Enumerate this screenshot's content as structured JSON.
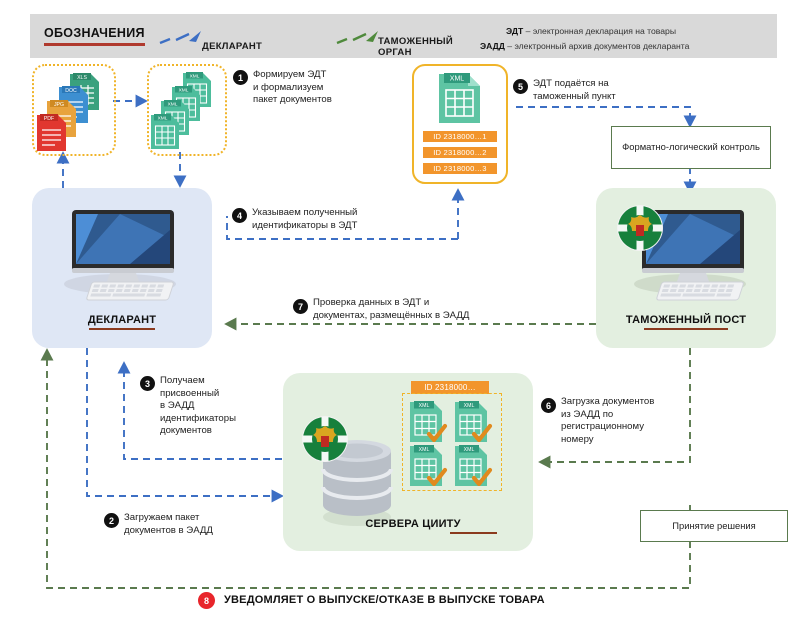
{
  "legend": {
    "title": "ОБОЗНАЧЕНИЯ",
    "items": [
      {
        "label": "ДЕКЛАРАНТ",
        "color": "#3d6fc4",
        "icon": "dashed-arrow-icon"
      },
      {
        "label": "ТАМОЖЕННЫЙ\nОРГАН",
        "color": "#4f8a3c",
        "icon": "dashed-arrow-icon"
      }
    ],
    "definitions": [
      {
        "term": "ЭДТ",
        "text": "– электронная декларация на товары"
      },
      {
        "term": "ЭАДД",
        "text": "– электронный архив документов декларанта"
      }
    ]
  },
  "doc_stacks": {
    "source_files": [
      {
        "label": "XLS",
        "color": "#3aa17e"
      },
      {
        "label": "DOC",
        "color": "#3d8fd1"
      },
      {
        "label": "JPG",
        "color": "#e8a33d"
      },
      {
        "label": "PDF",
        "color": "#e1372f"
      }
    ],
    "formalized_files": [
      {
        "label": "XML",
        "color": "#4dbd9c"
      },
      {
        "label": "XML",
        "color": "#4dbd9c"
      },
      {
        "label": "XML",
        "color": "#4dbd9c"
      },
      {
        "label": "XML",
        "color": "#4dbd9c"
      }
    ]
  },
  "edt_card": {
    "file_label": "XML",
    "ids": [
      "ID 2318000…1",
      "ID 2318000…2",
      "ID 2318000…3"
    ]
  },
  "server_card": {
    "id_label": "ID 2318000…",
    "files": [
      {
        "label": "XML",
        "checked": true
      },
      {
        "label": "XML",
        "checked": true
      },
      {
        "label": "XML",
        "checked": true
      },
      {
        "label": "XML",
        "checked": true
      }
    ]
  },
  "panels": {
    "declarant": {
      "label": "ДЕКЛАРАНТ",
      "color": "#dfe7f5"
    },
    "customs_post": {
      "label": "ТАМОЖЕННЫЙ ПОСТ",
      "color": "#e3efe0"
    },
    "servers": {
      "label": "СЕРВЕРА ЦИИТУ",
      "color": "#e3efe0"
    }
  },
  "process_boxes": [
    {
      "id": "format_logic_control",
      "text": "Форматно-логический\nконтроль"
    },
    {
      "id": "decision",
      "text": "Принятие решения"
    }
  ],
  "steps": [
    {
      "n": "1",
      "text": "Формируем ЭДТ\nи формализуем\nпакет документов"
    },
    {
      "n": "2",
      "text": "Загружаем пакет\nдокументов в ЭАДД"
    },
    {
      "n": "3",
      "text": "Получаем\nприсвоенный\nв ЭАДД\nидентификаторы\nдокументов"
    },
    {
      "n": "4",
      "text": "Указываем полученный\nидентификаторы в ЭДТ"
    },
    {
      "n": "5",
      "text": "ЭДТ подаётся на\nтаможенный пункт"
    },
    {
      "n": "6",
      "text": "Загрузка документов\nиз ЭАДД по\nрегистрационному\nномеру"
    },
    {
      "n": "7",
      "text": "Проверка данных в ЭДТ и\nдокументах, размещённых в ЭАДД"
    },
    {
      "n": "8",
      "text": "УВЕДОМЛЯЕТ О ВЫПУСКЕ/ОТКАЗЕ В ВЫПУСКЕ ТОВАРА"
    }
  ],
  "colors": {
    "declarant_arrow": "#3d6fc4",
    "customs_arrow": "#5a7a4e",
    "accent_orange": "#f2952c",
    "accent_yellow": "#f0b429",
    "badge_red": "#e8252b",
    "legend_bg": "#d9d9d9"
  }
}
